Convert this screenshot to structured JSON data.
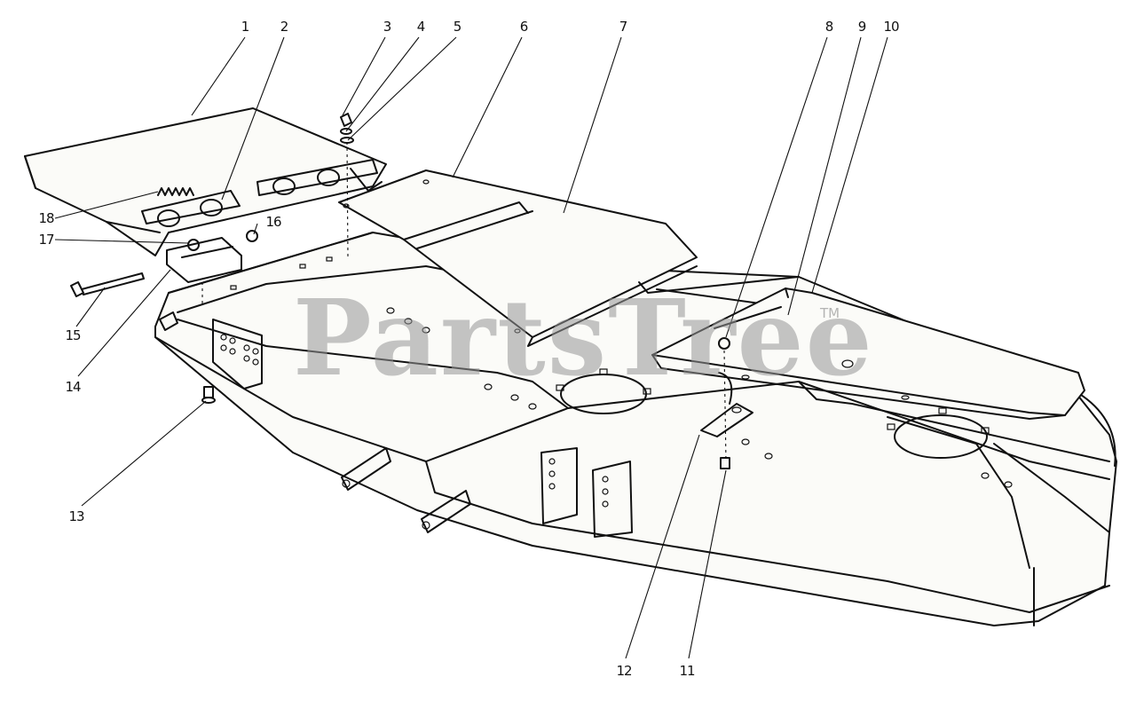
{
  "diagram": {
    "callouts": [
      {
        "id": 1,
        "label": "1"
      },
      {
        "id": 2,
        "label": "2"
      },
      {
        "id": 3,
        "label": "3"
      },
      {
        "id": 4,
        "label": "4"
      },
      {
        "id": 5,
        "label": "5"
      },
      {
        "id": 6,
        "label": "6"
      },
      {
        "id": 7,
        "label": "7"
      },
      {
        "id": 8,
        "label": "8"
      },
      {
        "id": 9,
        "label": "9"
      },
      {
        "id": 10,
        "label": "10"
      },
      {
        "id": 11,
        "label": "11"
      },
      {
        "id": 12,
        "label": "12"
      },
      {
        "id": 13,
        "label": "13"
      },
      {
        "id": 14,
        "label": "14"
      },
      {
        "id": 15,
        "label": "15"
      },
      {
        "id": 16,
        "label": "16"
      },
      {
        "id": 17,
        "label": "17"
      },
      {
        "id": 18,
        "label": "18"
      }
    ],
    "watermark": "PartsTree",
    "trademark": "TM"
  }
}
